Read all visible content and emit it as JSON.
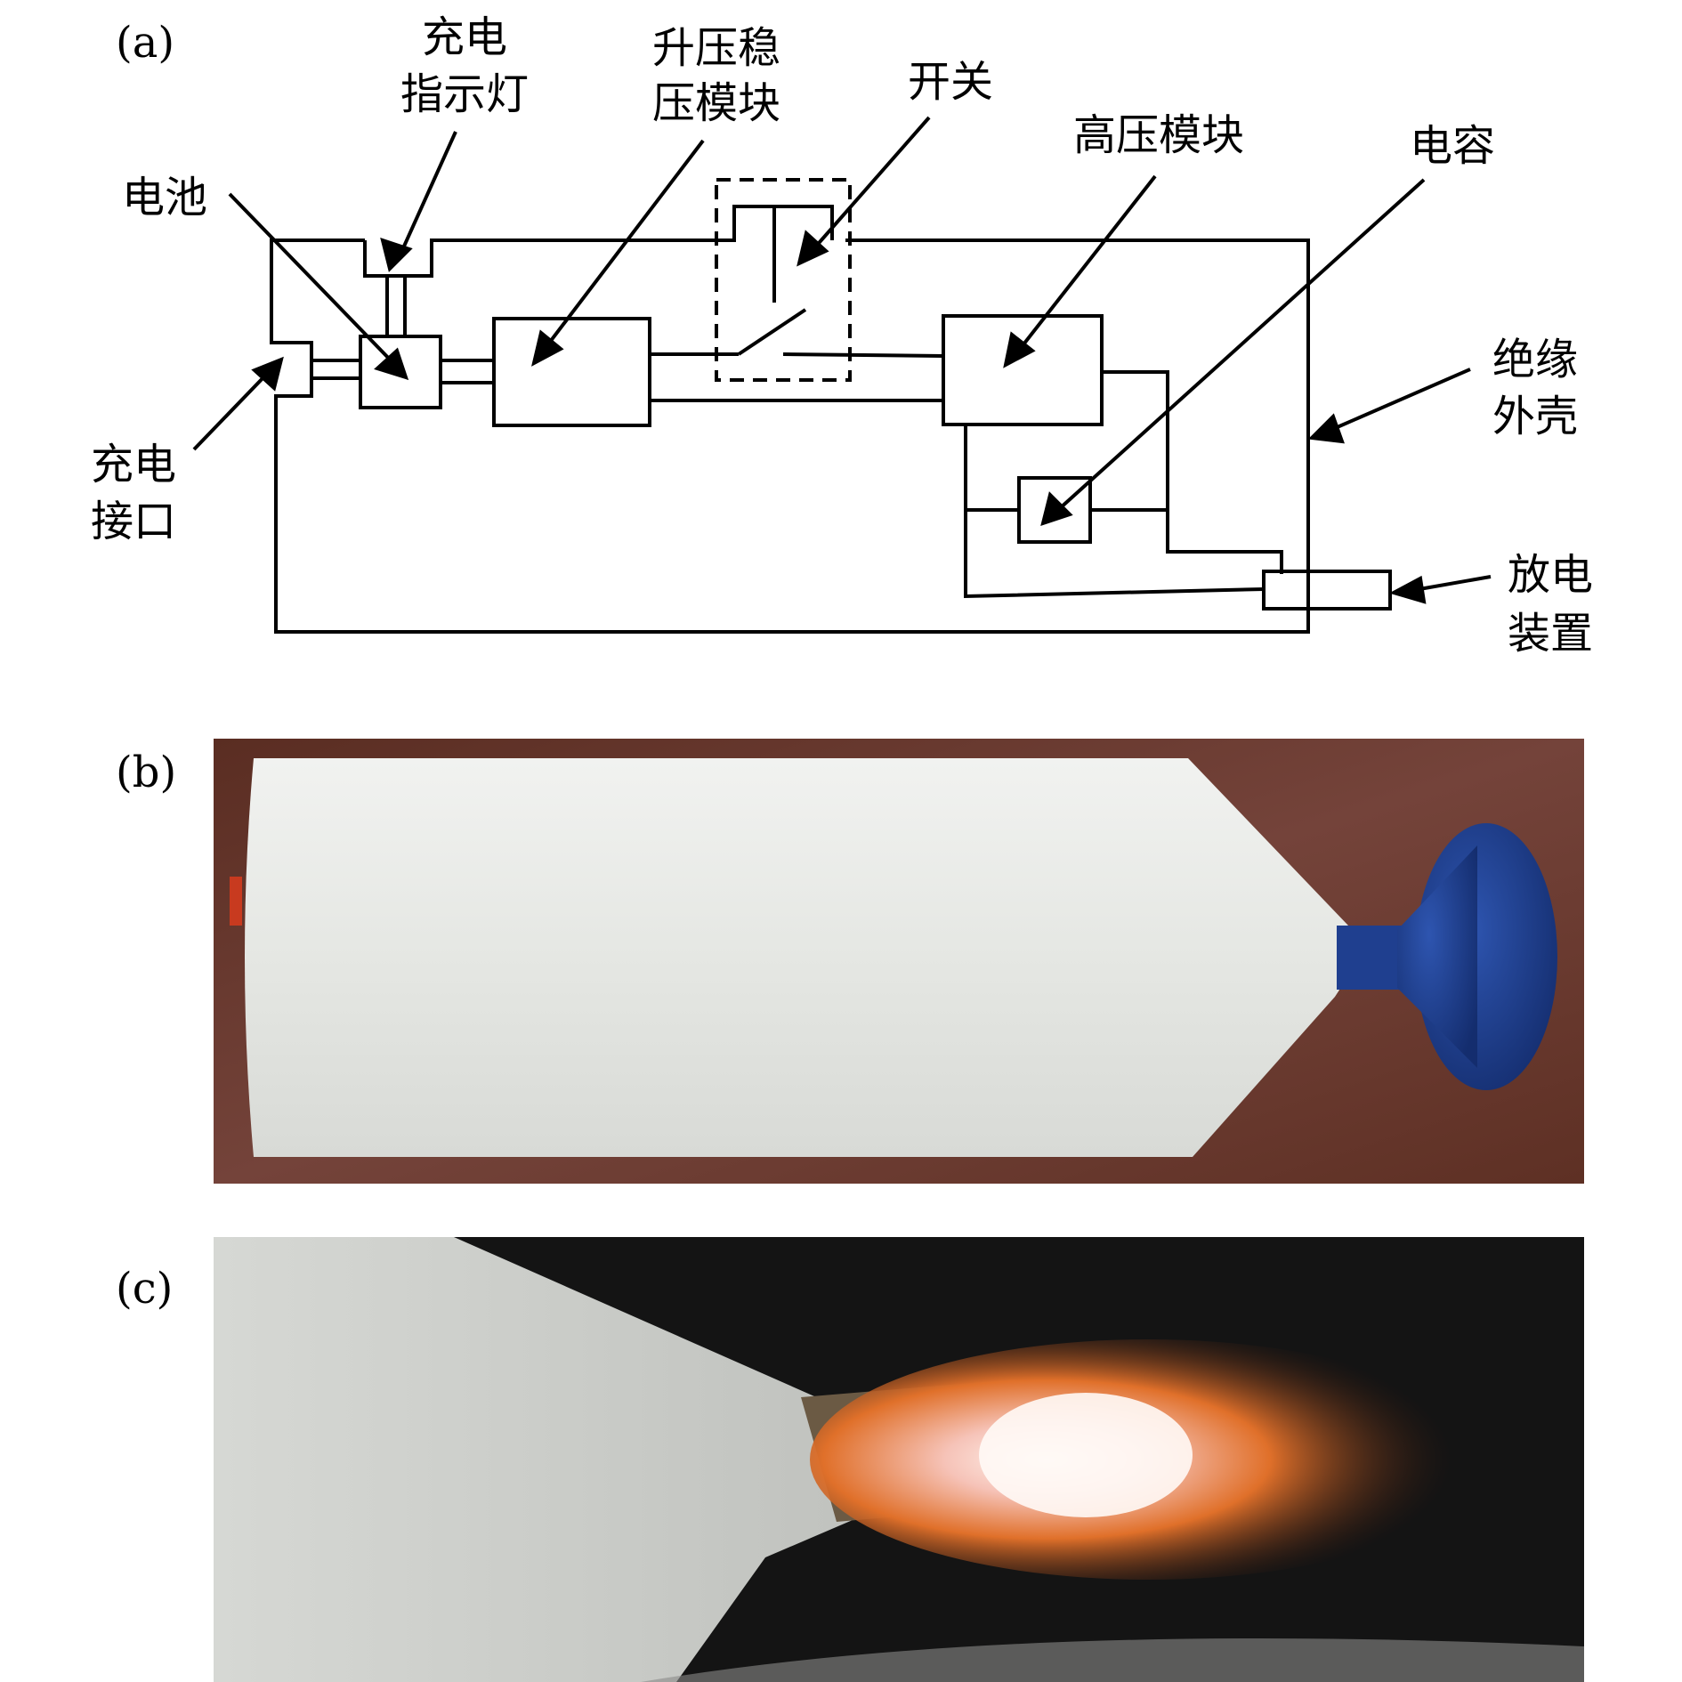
{
  "panels": {
    "a": "(a)",
    "b": "(b)",
    "c": "(c)"
  },
  "diagram": {
    "labels": {
      "charge_indicator_l1": "充电",
      "charge_indicator_l2": "指示灯",
      "boost_l1": "升压稳",
      "boost_l2": "压模块",
      "switch": "开关",
      "hv_module": "高压模块",
      "capacitor": "电容",
      "battery": "电池",
      "charge_port_l1": "充电",
      "charge_port_l2": "接口",
      "shell_l1": "绝缘",
      "shell_l2": "外壳",
      "discharge_l1": "放电",
      "discharge_l2": "装置"
    },
    "colors": {
      "line": "#000000",
      "background": "#ffffff"
    }
  },
  "photos": {
    "b": {
      "colors": {
        "background": "#6b3a2c",
        "body": "#e9ebe7",
        "nozzle": "#1f3f8f"
      }
    },
    "c": {
      "colors": {
        "dark": "#151515",
        "body": "#d9dbd7",
        "flame_core": "#fff6f0",
        "flame_outer": "#e0702a"
      }
    }
  }
}
